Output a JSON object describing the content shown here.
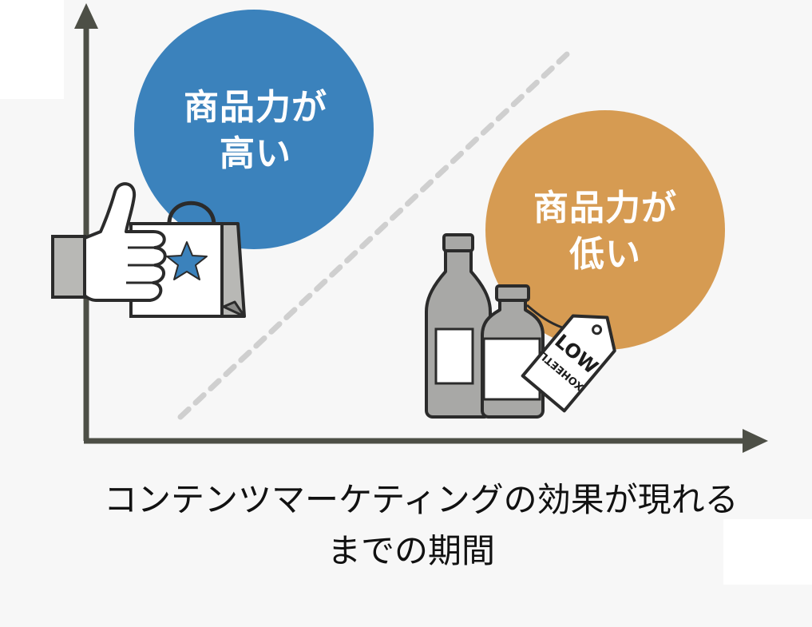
{
  "circles": {
    "high": {
      "line1": "商品力が",
      "line2": "高い",
      "color": "#3b82bc"
    },
    "low": {
      "line1": "商品力が",
      "line2": "低い",
      "color": "#d69b52"
    }
  },
  "x_axis": {
    "caption_line1": "コンテンツマーケティングの効果が現れる",
    "caption_line2": "までの期間"
  },
  "price_tag": {
    "main": "LOW",
    "sub": "XOHEETL"
  },
  "colors": {
    "axis": "#4d4f46",
    "divider": "#cccccc",
    "bottle": "#a8a8a6",
    "star": "#3b82bc"
  },
  "icons": [
    "thumbs-up-icon",
    "shopping-bag-icon",
    "star-icon",
    "bottle-icon",
    "price-tag-icon"
  ]
}
